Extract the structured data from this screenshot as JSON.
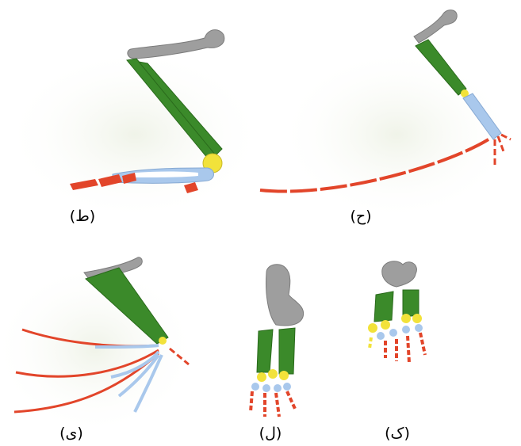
{
  "panels": [
    {
      "id": "panel-1",
      "label": "(ط)"
    },
    {
      "id": "panel-2",
      "label": "(ح)"
    },
    {
      "id": "panel-3",
      "label": "(ی)"
    },
    {
      "id": "panel-4",
      "label": "(ل)"
    },
    {
      "id": "panel-5",
      "label": "(ک)"
    }
  ],
  "colors": {
    "humerus": "#9e9e9e",
    "radius_ulna": "#3b8a2a",
    "carpals": "#f2e23a",
    "metacarpals": "#a9c8ec",
    "phalanges": "#e2452a"
  }
}
